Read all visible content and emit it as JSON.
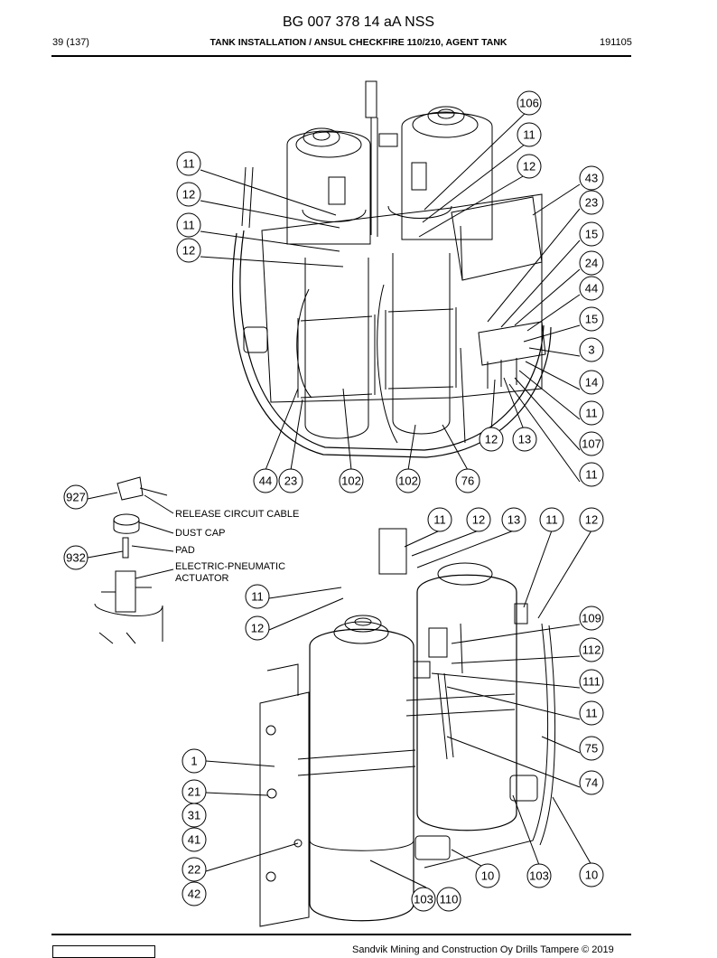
{
  "header": {
    "doc_code": "BG 007 378 14 aA NSS",
    "page": "39 (137)",
    "title": "TANK INSTALLATION / ANSUL CHECKFIRE 110/210, AGENT TANK",
    "date": "191105"
  },
  "footer": {
    "copyright": "Sandvik Mining and Construction Oy Drills Tampere © 2019"
  },
  "upper_callouts": [
    "106",
    "11",
    "12",
    "43",
    "23",
    "15",
    "24",
    "44",
    "15",
    "3",
    "14",
    "11",
    "107",
    "11",
    "12",
    "13",
    "11",
    "12",
    "11",
    "12",
    "44",
    "23",
    "102",
    "102",
    "76"
  ],
  "detail_callouts": [
    "927",
    "932"
  ],
  "detail_labels": [
    "RELEASE CIRCUIT CABLE",
    "DUST CAP",
    "PAD",
    "ELECTRIC-PNEUMATIC",
    "ACTUATOR"
  ],
  "lower_callouts": [
    "11",
    "12",
    "13",
    "11",
    "12",
    "11",
    "12",
    "109",
    "112",
    "111",
    "11",
    "75",
    "74",
    "1",
    "21",
    "31",
    "41",
    "22",
    "42",
    "10",
    "103",
    "10",
    "103",
    "110"
  ]
}
